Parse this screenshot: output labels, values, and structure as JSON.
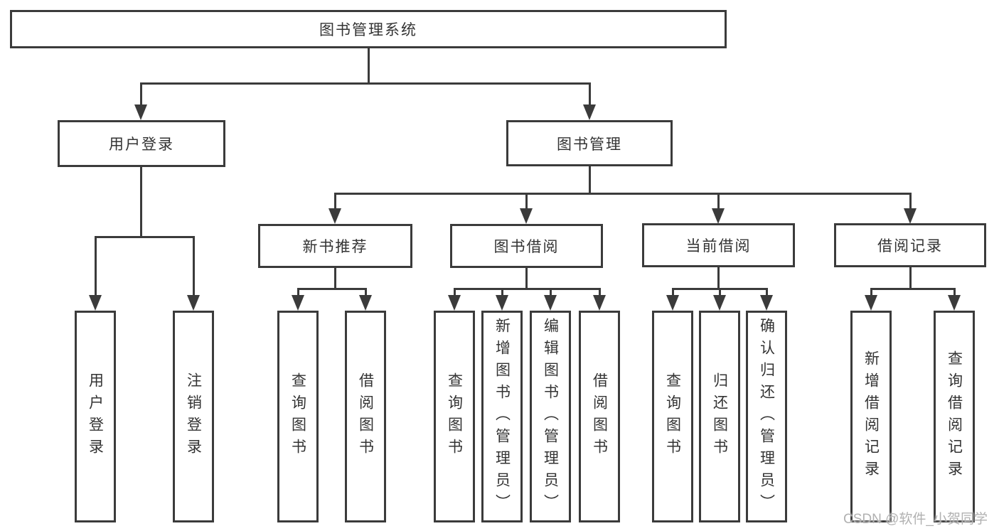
{
  "diagram": {
    "root": {
      "label": "图书管理系统"
    },
    "level2": [
      {
        "label": "用户登录"
      },
      {
        "label": "图书管理"
      }
    ],
    "level3": [
      {
        "label": "新书推荐"
      },
      {
        "label": "图书借阅"
      },
      {
        "label": "当前借阅"
      },
      {
        "label": "借阅记录"
      }
    ],
    "leaves": [
      {
        "label": "用户登录"
      },
      {
        "label": "注销登录"
      },
      {
        "label": "查询图书"
      },
      {
        "label": "借阅图书"
      },
      {
        "label": "查询图书"
      },
      {
        "label": "新增图书（管理员）"
      },
      {
        "label": "编辑图书（管理员）"
      },
      {
        "label": "借阅图书"
      },
      {
        "label": "查询图书"
      },
      {
        "label": "归还图书"
      },
      {
        "label": "确认归还（管理员）"
      },
      {
        "label": "新增借阅记录"
      },
      {
        "label": "查询借阅记录"
      }
    ]
  },
  "watermark": {
    "text": "CSDN @软件_小贺同学"
  },
  "colors": {
    "line": "#3b3b3b",
    "text": "#333333",
    "background": "#ffffff",
    "watermark": "#b1b1b1"
  }
}
